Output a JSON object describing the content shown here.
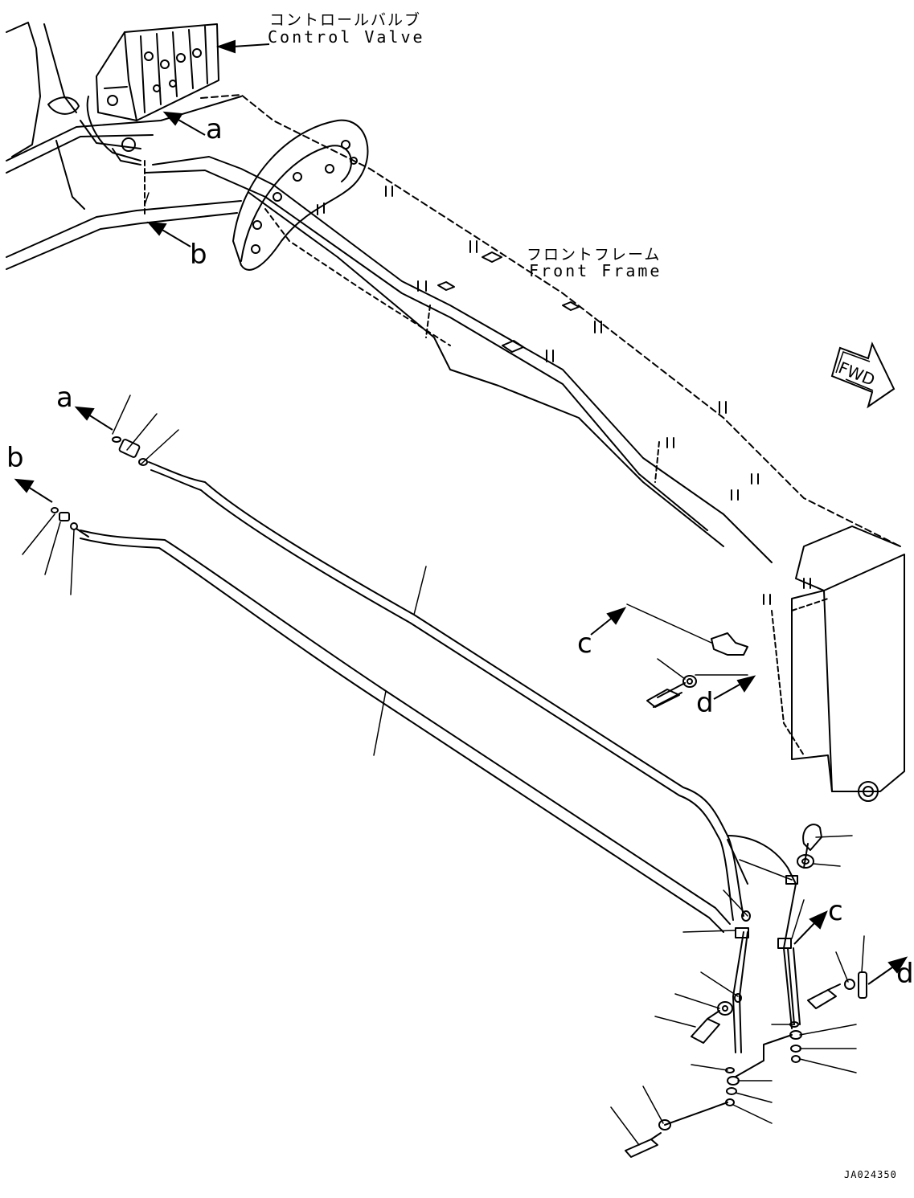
{
  "labels": {
    "control_valve_jp": "コントロールバルブ",
    "control_valve_en": "Control Valve",
    "front_frame_jp": "フロントフレーム",
    "front_frame_en": "Front Frame",
    "fwd": "FWD",
    "doc_id": "JA024350"
  },
  "callouts": {
    "a": "a",
    "b": "b",
    "c": "c",
    "d": "d"
  }
}
